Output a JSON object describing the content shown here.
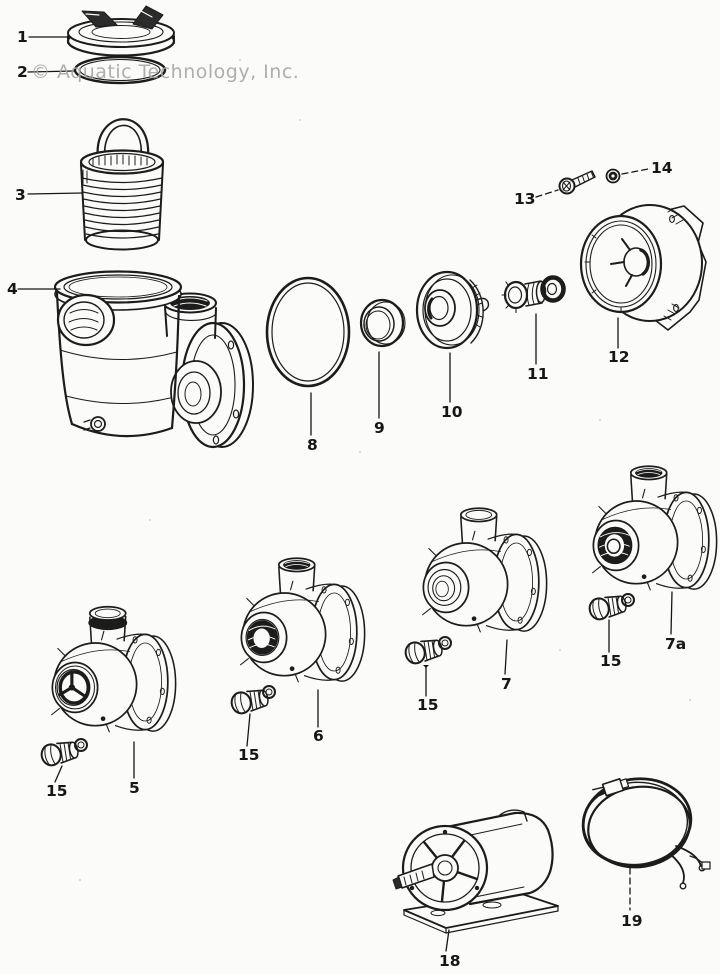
{
  "diagram": {
    "watermark_text": "© Aquatic Technology, Inc.",
    "ink_color": "#1c1c1c",
    "paper_color": "#fbfbfa",
    "watermark_color": "#a6a6a6"
  },
  "callouts": {
    "c1": "1",
    "c2": "2",
    "c3": "3",
    "c4": "4",
    "c5": "5",
    "c6": "6",
    "c7": "7",
    "c7a": "7a",
    "c8": "8",
    "c9": "9",
    "c10": "10",
    "c11": "11",
    "c12": "12",
    "c13": "13",
    "c14": "14",
    "c15": "15",
    "c18": "18",
    "c19": "19"
  }
}
